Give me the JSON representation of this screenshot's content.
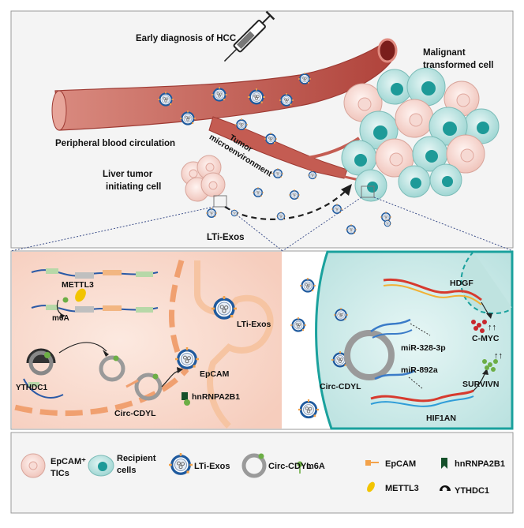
{
  "top": {
    "early_diagnosis": "Early diagnosis of HCC",
    "malignant_line1": "Malignant",
    "malignant_line2": "transformed cell",
    "peripheral": "Peripheral blood circulation",
    "tumor_line1": "Tumor",
    "tumor_line2": "microenvironment",
    "liver_line1": "Liver tumor",
    "liver_line2": "initiating cell",
    "lti_exos": "LTi-Exos"
  },
  "left_panel": {
    "mettl3": "METTL3",
    "m6a": "m6A",
    "ythdc1": "YTHDC1",
    "circ_cdyl": "Circ-CDYL",
    "epcam": "EpCAM",
    "hnrnpa2b1": "hnRNPA2B1",
    "lti_exos": "LTi-Exos"
  },
  "right_panel": {
    "hdgf": "HDGF",
    "cmyc": "C-MYC",
    "mir328": "miR-328-3p",
    "mir892": "miR-892a",
    "circ_cdyl": "Circ-CDYL",
    "hif1an": "HIF1AN",
    "survivn": "SURVIVN",
    "up_arrows": "↑↑"
  },
  "legend": {
    "tics_line1": "EpCAM⁺",
    "tics_line2": "TICs",
    "recipient_line1": "Recipient",
    "recipient_line2": "cells",
    "lti_exos": "LTi-Exos",
    "circ_cdyl": "Circ-CDYL",
    "m6a": "m6A",
    "epcam": "EpCAM",
    "mettl3": "METTL3",
    "hnrnpa2b1": "hnRNPA2B1",
    "ythdc1": "YTHDC1"
  },
  "colors": {
    "vessel": "#c0564c",
    "tumor_pink": "#f3cfc8",
    "recipient_teal": "#7cc7c4",
    "exosome_blue": "#1f5a9e",
    "panel_left": "#f9dcd0",
    "panel_right": "#cfeceb"
  }
}
